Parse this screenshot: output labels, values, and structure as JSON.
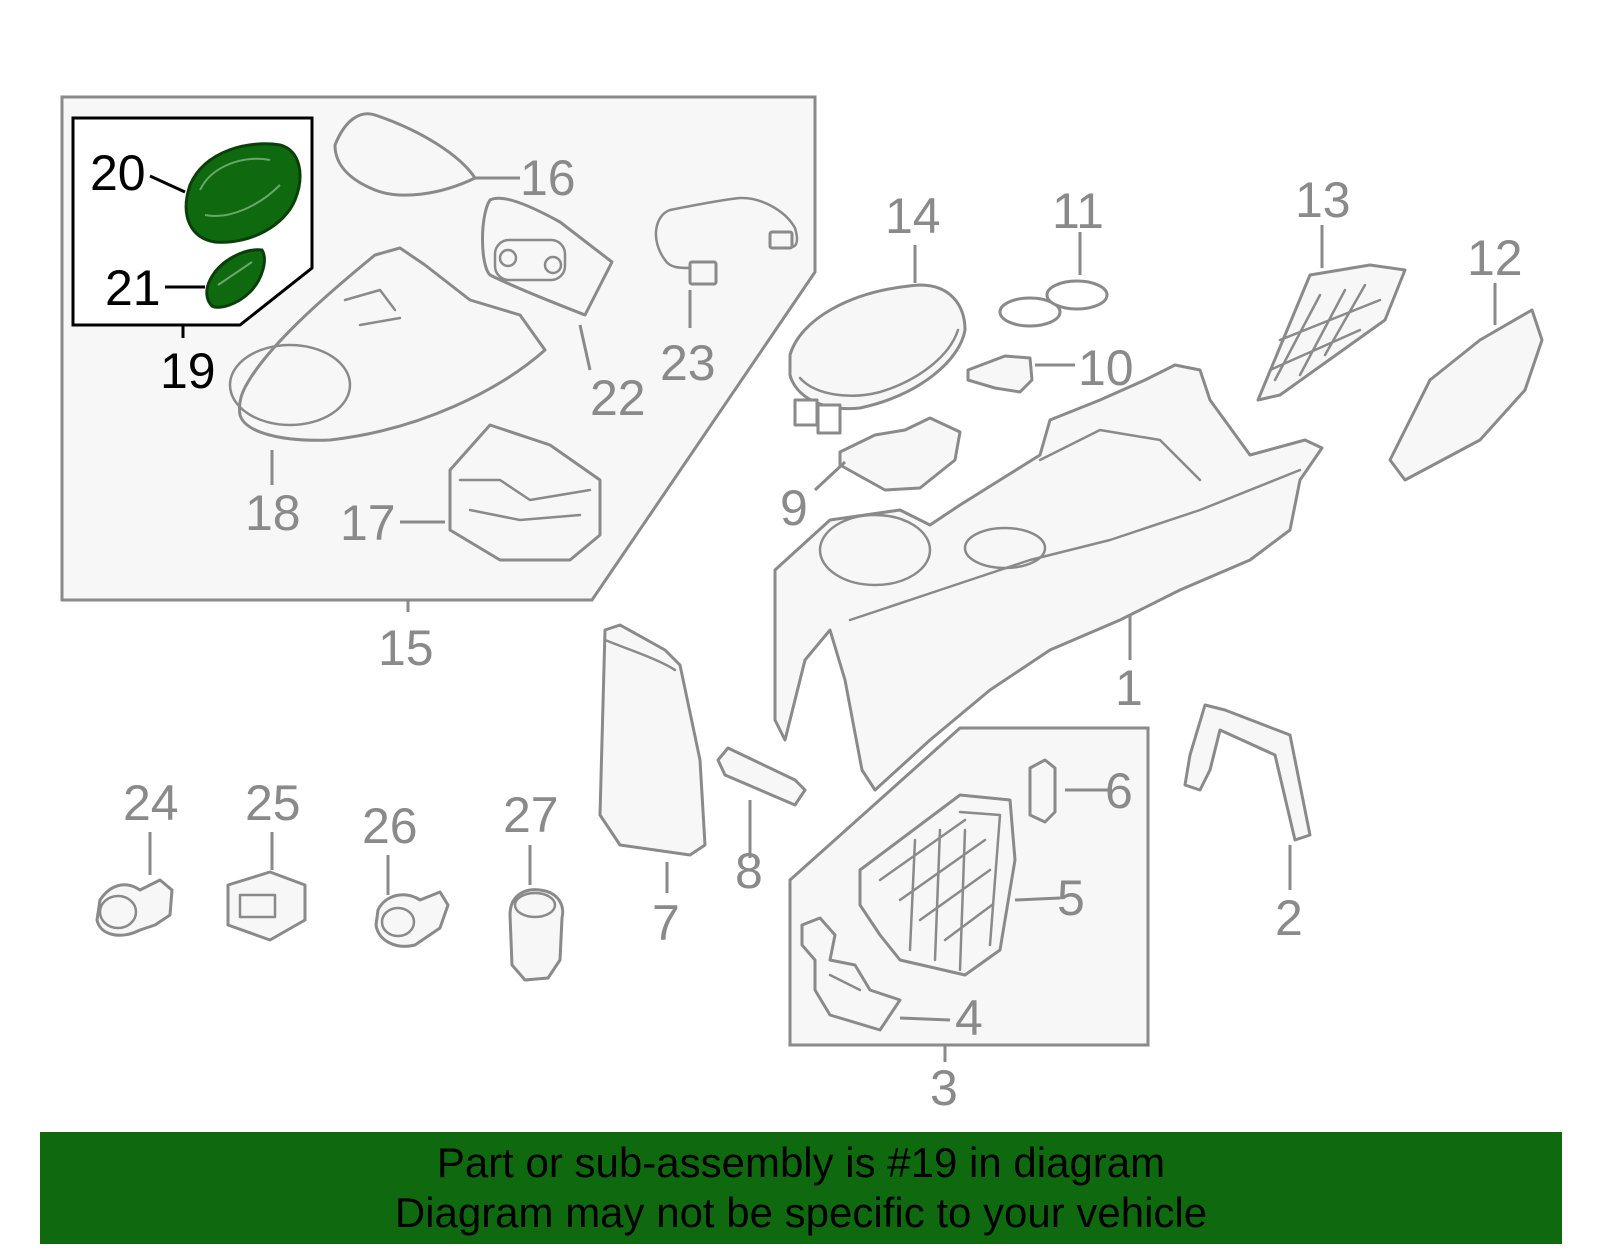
{
  "callouts": {
    "c1": "1",
    "c2": "2",
    "c3": "3",
    "c4": "4",
    "c5": "5",
    "c6": "6",
    "c7": "7",
    "c8": "8",
    "c9": "9",
    "c10": "10",
    "c11": "11",
    "c12": "12",
    "c13": "13",
    "c14": "14",
    "c15": "15",
    "c16": "16",
    "c17": "17",
    "c18": "18",
    "c19": "19",
    "c20": "20",
    "c21": "21",
    "c22": "22",
    "c23": "23",
    "c24": "24",
    "c25": "25",
    "c26": "26",
    "c27": "27"
  },
  "highlight": {
    "part_number": "19",
    "color": "#0f6a0f"
  },
  "footer": {
    "line1": "Part or sub-assembly is #19 in diagram",
    "line2": "Diagram may not be specific to your vehicle"
  },
  "colors": {
    "outline": "#8a8a8a",
    "banner": "#0f6a0f"
  }
}
